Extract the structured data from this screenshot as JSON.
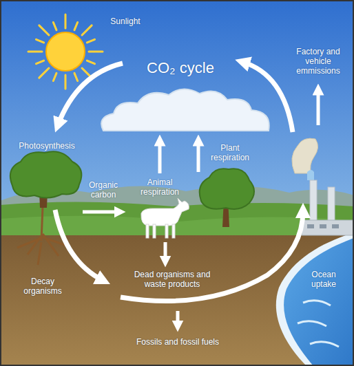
{
  "diagram": {
    "title": "CO₂ cycle",
    "labels": [
      "Sunlight",
      "Factory and vehicle emmissions",
      "Photosynthesis",
      "Organic carbon",
      "Animal respiration",
      "Plant respiration",
      "Decay organisms",
      "Dead organisms and waste products",
      "Ocean uptake",
      "Fossils and fossil fuels"
    ]
  }
}
